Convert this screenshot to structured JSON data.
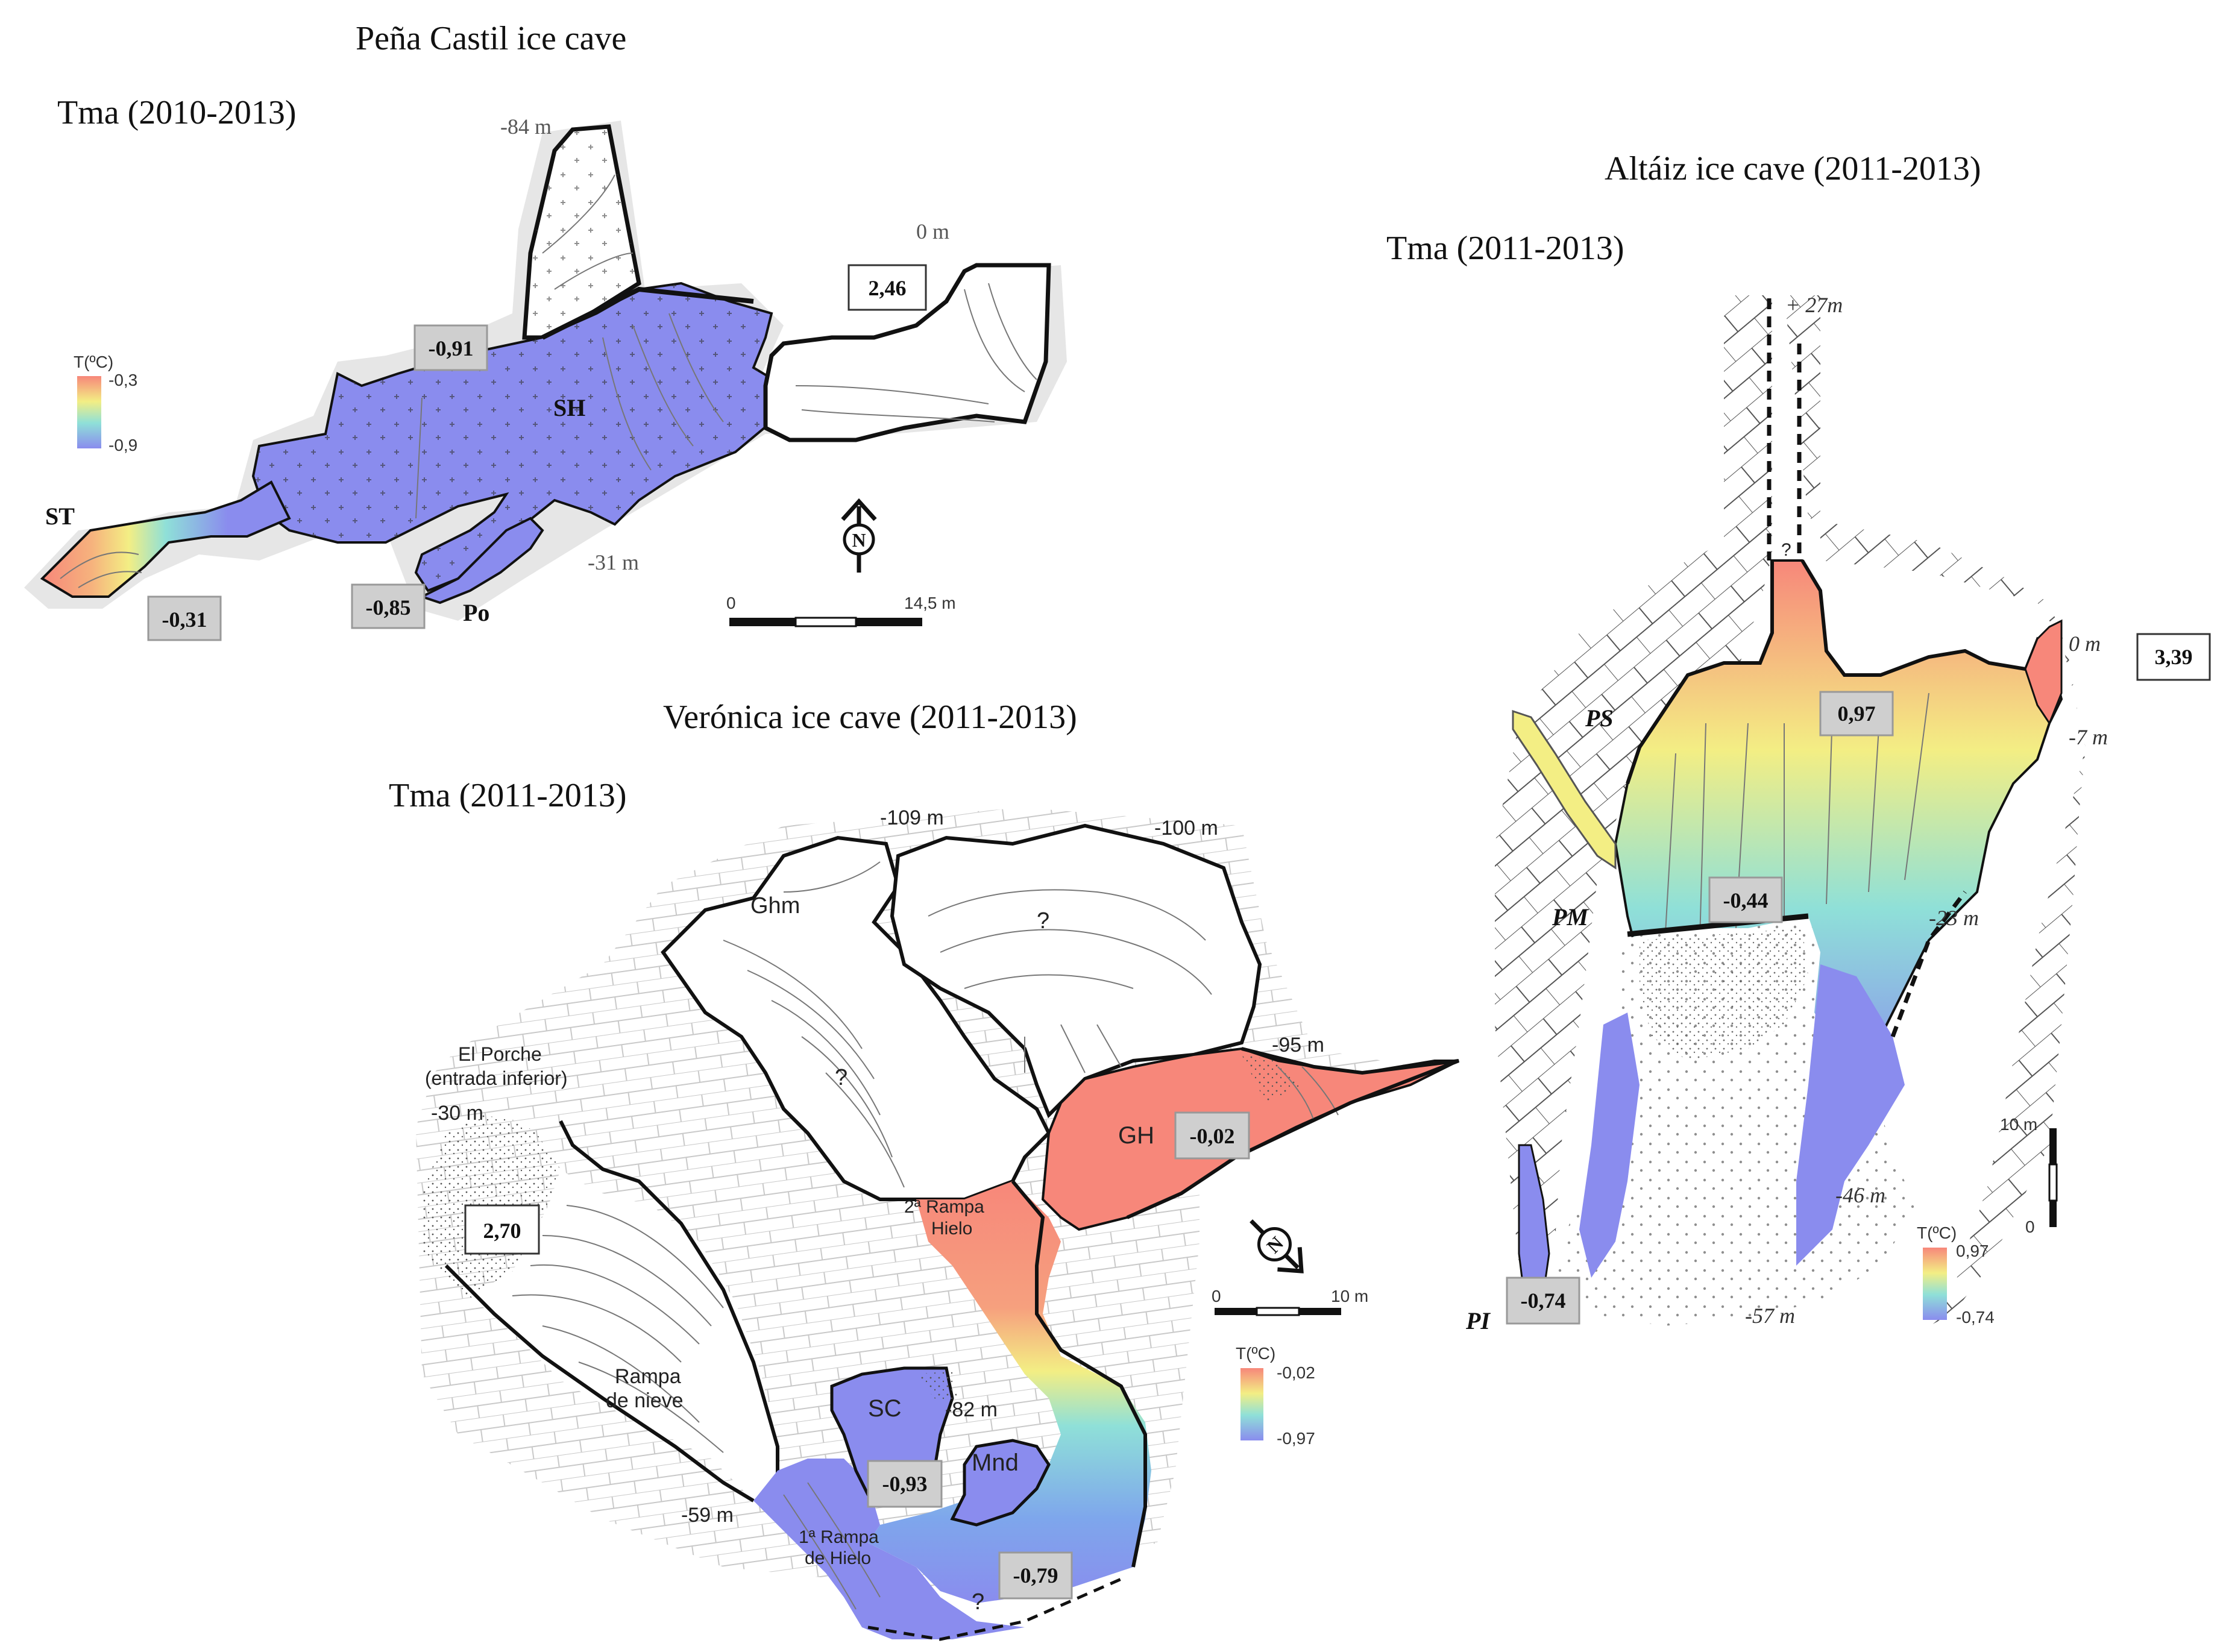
{
  "pena_castil": {
    "title": "Peña Castil ice cave",
    "tma": "Tma (2010-2013)",
    "legend": {
      "title": "T(ºC)",
      "max": "-0,3",
      "min": "-0,9",
      "colors": [
        "#f7877a",
        "#f3f07a",
        "#8fe0d8",
        "#8f8ef0"
      ]
    },
    "labels": {
      "st": "ST",
      "sh": "SH",
      "po": "Po"
    },
    "depths": {
      "top": "-84 m",
      "entrance": "0 m",
      "bottom": "-31 m"
    },
    "values": {
      "entrance": "2,46",
      "upper": "-0,91",
      "st": "-0,31",
      "po": "-0,85"
    },
    "scale": {
      "start": "0",
      "end": "14,5 m"
    },
    "north": "N"
  },
  "veronica": {
    "title": "Verónica ice cave (2011-2013)",
    "tma": "Tma (2011-2013)",
    "legend": {
      "title": "T(ºC)",
      "max": "-0,02",
      "min": "-0,97"
    },
    "labels": {
      "ghm": "Ghm",
      "gh": "GH",
      "sc": "SC",
      "mnd": "Mnd",
      "q1": "?",
      "q2": "?",
      "q3": "?"
    },
    "porche": [
      "El Porche",
      "(entrada inferior)"
    ],
    "rampa_nieve": [
      "Rampa",
      "de nieve"
    ],
    "rampa2": [
      "2ª Rampa",
      "Hielo"
    ],
    "rampa1": [
      "1ª Rampa",
      "de Hielo"
    ],
    "depths": {
      "d109": "-109 m",
      "d100": "-100 m",
      "d95": "-95 m",
      "d30": "-30 m",
      "d82": "-82 m",
      "d59": "-59 m"
    },
    "values": {
      "porche": "2,70",
      "gh": "-0,02",
      "sc": "-0,93",
      "mnd": "-0,79"
    },
    "scale": {
      "start": "0",
      "end": "10 m"
    },
    "north": "N"
  },
  "altaiz": {
    "title": "Altáiz ice cave (2011-2013)",
    "tma": "Tma (2011-2013)",
    "legend": {
      "title": "T(ºC)",
      "max": "0,97",
      "min": "-0,74"
    },
    "labels": {
      "ps": "PS",
      "pm": "PM",
      "pi": "PI",
      "q": "?"
    },
    "depths": {
      "d27": "+ 27m",
      "d0": "0 m",
      "d7": "-7 m",
      "d23": "-23 m",
      "d46": "-46 m",
      "d57": "-57 m"
    },
    "values": {
      "outside": "3,39",
      "ps": "0,97",
      "pm": "-0,44",
      "pi": "-0,74"
    },
    "scale": {
      "top": "10 m",
      "bottom": "0"
    }
  }
}
